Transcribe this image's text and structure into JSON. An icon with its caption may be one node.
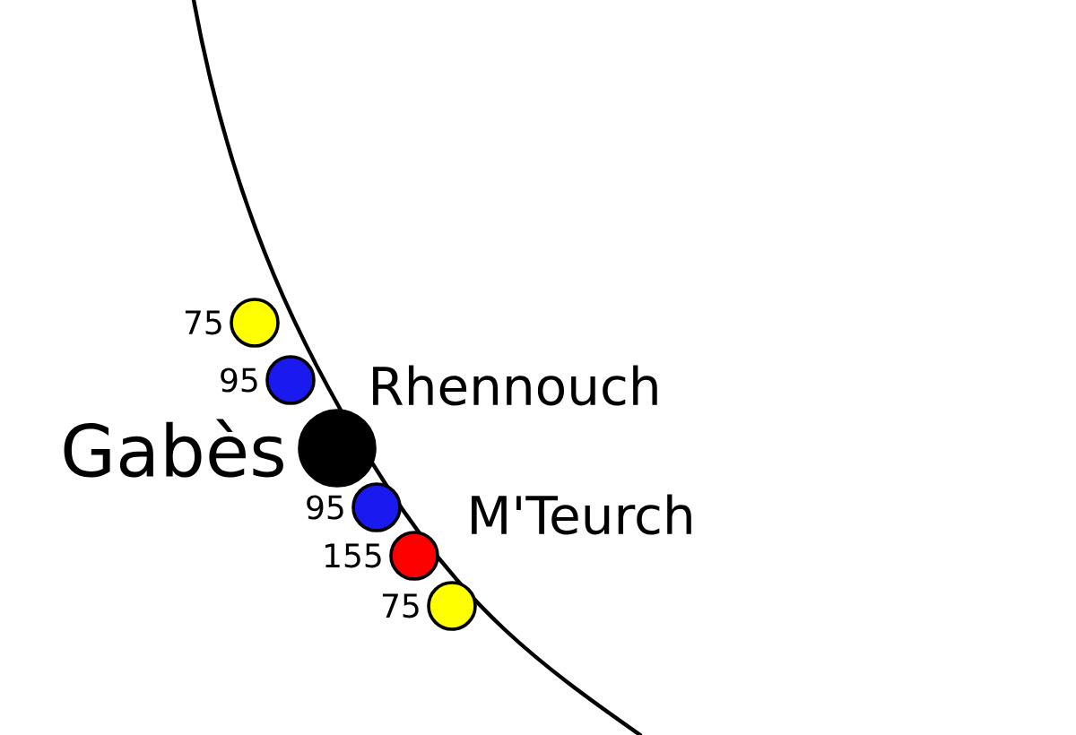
{
  "diagram": {
    "nodes": [
      {
        "text": [],
        "shape": "circle",
        "beside": [
          "75"
        ]
      },
      {
        "text": [],
        "shape": "circle",
        "beside": [
          "95"
        ]
      },
      {
        "text": [],
        "shape": "circle",
        "beside": [
          "Gabès"
        ]
      },
      {
        "text": [],
        "shape": "circle",
        "beside": [
          "95"
        ]
      },
      {
        "text": [],
        "shape": "circle",
        "beside": [
          "155"
        ]
      },
      {
        "text": [],
        "shape": "circle",
        "beside": [
          "75"
        ]
      }
    ],
    "labels": [
      "Rhennouch",
      "M'Teurch"
    ]
  }
}
